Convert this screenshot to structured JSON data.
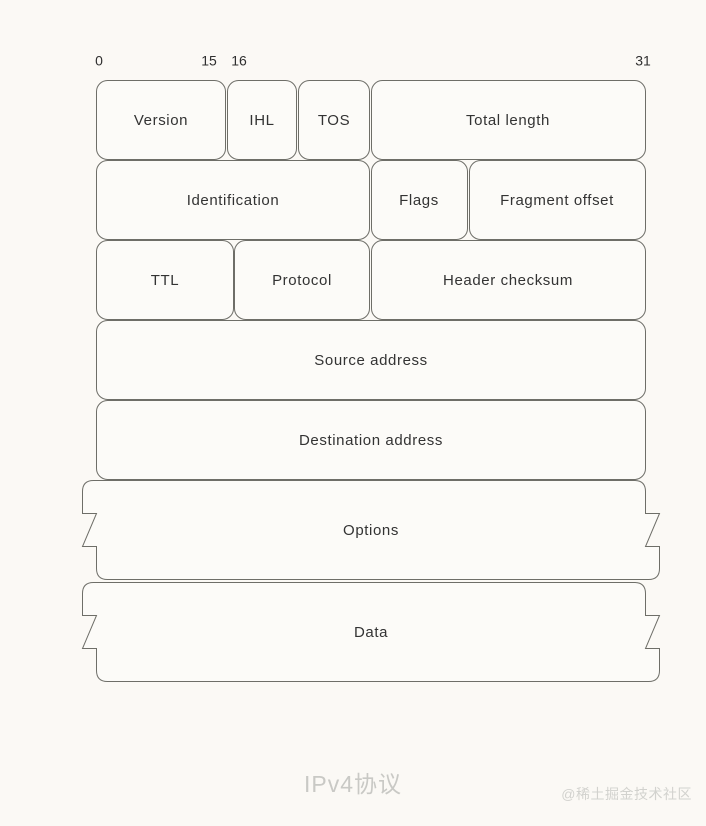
{
  "figure": {
    "caption": "IPv4协议",
    "watermark": "@稀土掘金技术社区",
    "background_color": "#FBF9F5",
    "stroke_color": "#6E6E68",
    "cell_fill": "#FCFBF8",
    "text_color": "#333333",
    "caption_color": "#C9C9C5"
  },
  "bit_ruler": {
    "ticks": [
      {
        "label": "0",
        "bit": 0
      },
      {
        "label": "15",
        "bit": 15
      },
      {
        "label": "16",
        "bit": 16
      },
      {
        "label": "31",
        "bit": 31
      }
    ]
  },
  "diagram_data": {
    "type": "packet-header-layout",
    "title": "IPv4协议",
    "total_bits_per_row": 32,
    "rows": [
      {
        "row_index": 0,
        "fields": [
          {
            "label": "Version",
            "bit_start": 0,
            "bit_end": 3,
            "torn": false
          },
          {
            "label": "IHL",
            "bit_start": 4,
            "bit_end": 7,
            "torn": false
          },
          {
            "label": "TOS",
            "bit_start": 8,
            "bit_end": 15,
            "torn": false
          },
          {
            "label": "Total length",
            "bit_start": 16,
            "bit_end": 31,
            "torn": false
          }
        ]
      },
      {
        "row_index": 1,
        "fields": [
          {
            "label": "Identification",
            "bit_start": 0,
            "bit_end": 15,
            "torn": false
          },
          {
            "label": "Flags",
            "bit_start": 16,
            "bit_end": 18,
            "torn": false
          },
          {
            "label": "Fragment offset",
            "bit_start": 19,
            "bit_end": 31,
            "torn": false
          }
        ]
      },
      {
        "row_index": 2,
        "fields": [
          {
            "label": "TTL",
            "bit_start": 0,
            "bit_end": 7,
            "torn": false
          },
          {
            "label": "Protocol",
            "bit_start": 8,
            "bit_end": 15,
            "torn": false
          },
          {
            "label": "Header checksum",
            "bit_start": 16,
            "bit_end": 31,
            "torn": false
          }
        ]
      },
      {
        "row_index": 3,
        "fields": [
          {
            "label": "Source address",
            "bit_start": 0,
            "bit_end": 31,
            "torn": false
          }
        ]
      },
      {
        "row_index": 4,
        "fields": [
          {
            "label": "Destination address",
            "bit_start": 0,
            "bit_end": 31,
            "torn": false
          }
        ]
      },
      {
        "row_index": 5,
        "fields": [
          {
            "label": "Options",
            "bit_start": 0,
            "bit_end": 31,
            "torn": true
          }
        ]
      },
      {
        "row_index": 6,
        "fields": [
          {
            "label": "Data",
            "bit_start": 0,
            "bit_end": 31,
            "torn": true
          }
        ]
      }
    ]
  }
}
